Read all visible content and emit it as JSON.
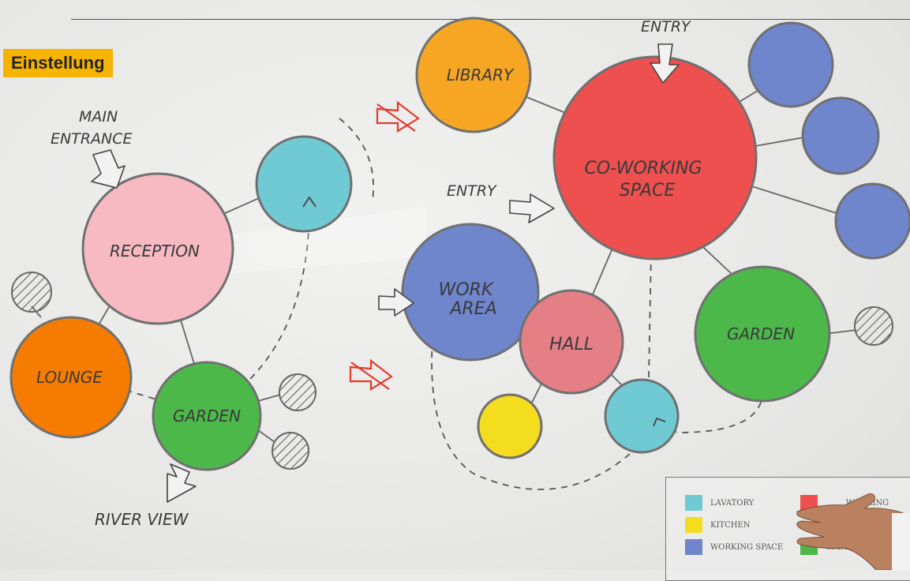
{
  "header": {
    "badge_label": "Einstellung"
  },
  "colors": {
    "lavatory": "#6fcad4",
    "kitchen": "#f4dc1e",
    "working_space": "#6f86cc",
    "co_working": "#ee4f4f",
    "green_zone": "#4cb84a",
    "reception": "#f7b9c2",
    "library": "#f6a623",
    "lounge": "#f57c00",
    "hall": "#e57f86"
  },
  "annotations": {
    "main_entrance": [
      "MAIN",
      "ENTRANCE"
    ],
    "river_view": "RIVER VIEW",
    "entry_top": "ENTRY",
    "entry_mid": "ENTRY"
  },
  "rooms": {
    "reception": "RECEPTION",
    "lounge": "LOUNGE",
    "garden_left": "GARDEN",
    "library": "LIBRARY",
    "co_working": [
      "CO-WORKING",
      "SPACE"
    ],
    "work_area": [
      "WORK",
      "AREA"
    ],
    "hall": "HALL",
    "garden_right": "GARDEN"
  },
  "legend": {
    "items": [
      {
        "label": "LAVATORY",
        "color": "#6fcad4"
      },
      {
        "label": "KITCHEN",
        "color": "#f4dc1e"
      },
      {
        "label": "WORKING SPACE",
        "color": "#6f86cc"
      },
      {
        "label": "WORKING",
        "color": "#ee4f4f"
      },
      {
        "label": "GREEN ZONE",
        "color": "#4cb84a"
      }
    ]
  }
}
